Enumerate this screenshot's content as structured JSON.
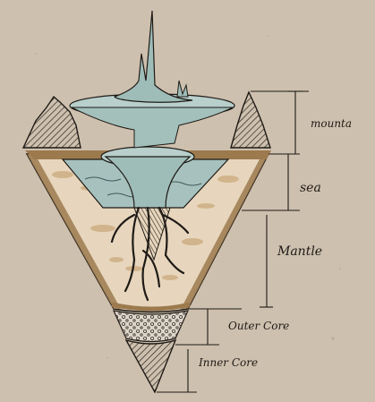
{
  "labels": {
    "mountain": "mounta",
    "sea": "sea",
    "mantle": "Mantle",
    "outer_core": "Outer Core",
    "inner_core": "Inner Core"
  },
  "colors": {
    "paper": "#cfc2b1",
    "mantle": "#e7d6bd",
    "crust": "#9c7a4e",
    "sea": "#a7c2be",
    "ink": "#1e1a16",
    "outer_core": "#d8d0c4"
  }
}
